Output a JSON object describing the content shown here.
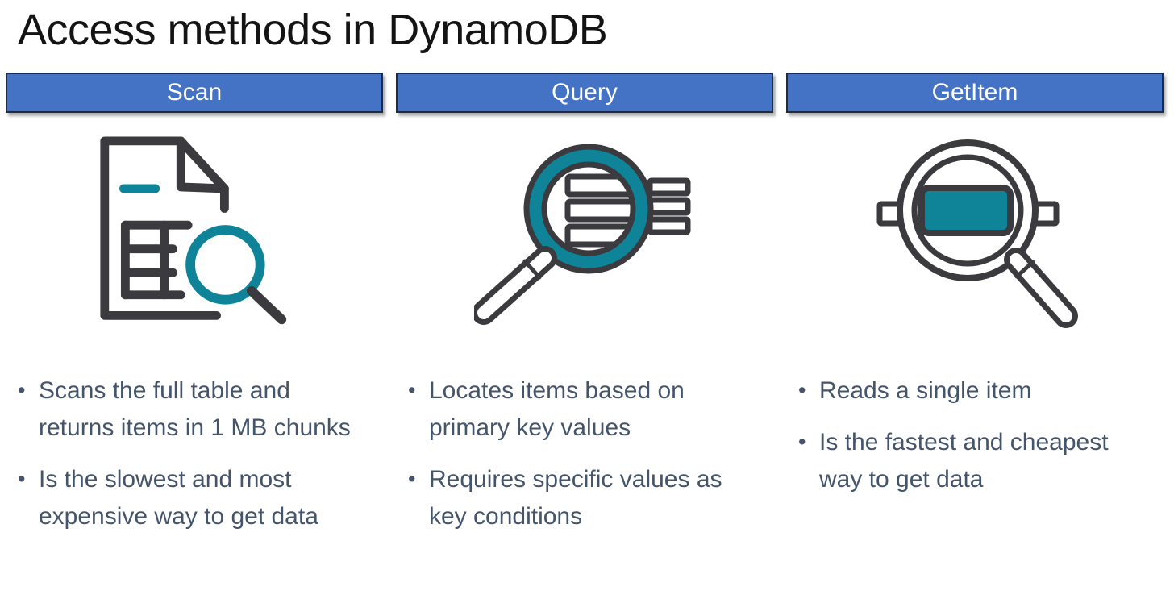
{
  "title": "Access methods in DynamoDB",
  "colors": {
    "header_fill": "#4472C4",
    "header_border": "#1c2b47",
    "accent_teal": "#0f8499",
    "icon_stroke": "#3a3a3f",
    "body_text": "#44546A"
  },
  "columns": [
    {
      "header": "Scan",
      "icon": "document-table-magnifier-icon",
      "bullets": [
        "Scans the full table and returns items in 1 MB chunks",
        "Is the slowest and most expensive way to get data"
      ]
    },
    {
      "header": "Query",
      "icon": "magnifier-rows-icon",
      "bullets": [
        "Locates items based on primary key values",
        "Requires specific values as key conditions"
      ]
    },
    {
      "header": "GetItem",
      "icon": "magnifier-single-item-icon",
      "bullets": [
        "Reads a single item",
        "Is the fastest and cheapest way to get data"
      ]
    }
  ]
}
